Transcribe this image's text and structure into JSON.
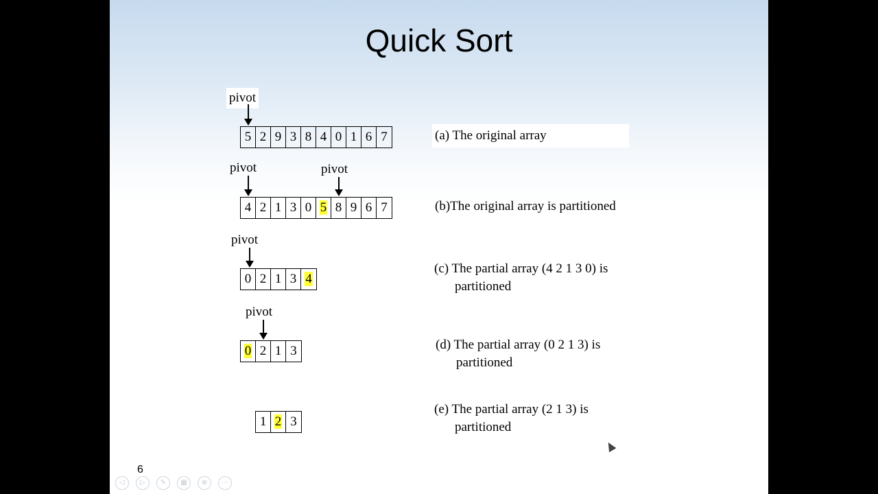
{
  "slide": {
    "title": "Quick Sort",
    "page_number": "6"
  },
  "pivot_label": "pivot",
  "rows": [
    {
      "cells": [
        "5",
        "2",
        "9",
        "3",
        "8",
        "4",
        "0",
        "1",
        "6",
        "7"
      ],
      "highlight": [],
      "caption_l1": "(a) The original array",
      "caption_l2": ""
    },
    {
      "cells": [
        "4",
        "2",
        "1",
        "3",
        "0",
        "5",
        "8",
        "9",
        "6",
        "7"
      ],
      "highlight": [
        5
      ],
      "caption_l1": "(b)The original array is partitioned",
      "caption_l2": ""
    },
    {
      "cells": [
        "0",
        "2",
        "1",
        "3",
        "4"
      ],
      "highlight": [
        4
      ],
      "caption_l1": "(c) The partial array (4 2 1 3 0) is",
      "caption_l2": "partitioned"
    },
    {
      "cells": [
        "0",
        "2",
        "1",
        "3"
      ],
      "highlight": [
        0
      ],
      "caption_l1": "(d) The partial array (0 2 1 3) is",
      "caption_l2": "partitioned"
    },
    {
      "cells": [
        "1",
        "2",
        "3"
      ],
      "highlight": [
        1
      ],
      "caption_l1": "(e) The partial array (2 1 3) is",
      "caption_l2": "partitioned"
    }
  ],
  "toolbar": [
    {
      "icon": "previous-icon",
      "glyph": "◁"
    },
    {
      "icon": "next-icon",
      "glyph": "▷"
    },
    {
      "icon": "pen-icon",
      "glyph": "✎"
    },
    {
      "icon": "slides-icon",
      "glyph": "▦"
    },
    {
      "icon": "zoom-icon",
      "glyph": "⊕"
    },
    {
      "icon": "more-icon",
      "glyph": "⋯"
    }
  ],
  "colors": {
    "highlight": "#ffff33"
  }
}
